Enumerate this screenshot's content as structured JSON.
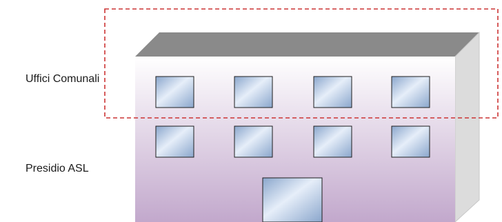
{
  "labels": {
    "upper_floor": "Uffici Comunali",
    "lower_floor": "Presidio ASL"
  },
  "colors": {
    "roof": "#8a8a8a",
    "side_wall": "#dcdcdc",
    "front_top": "#ffffff",
    "front_bottom": "#c2a8cc",
    "window_frame": "#1e1e1e",
    "window_light": "#e6eef9",
    "window_dark": "#8aa6cc",
    "dashed_outline": "#cc3333"
  },
  "diagram": {
    "upper_floor_window_count": 4,
    "lower_floor_window_count": 4,
    "door_count": 1,
    "highlighted_floor": "upper_floor",
    "highlight_style": "dashed"
  }
}
